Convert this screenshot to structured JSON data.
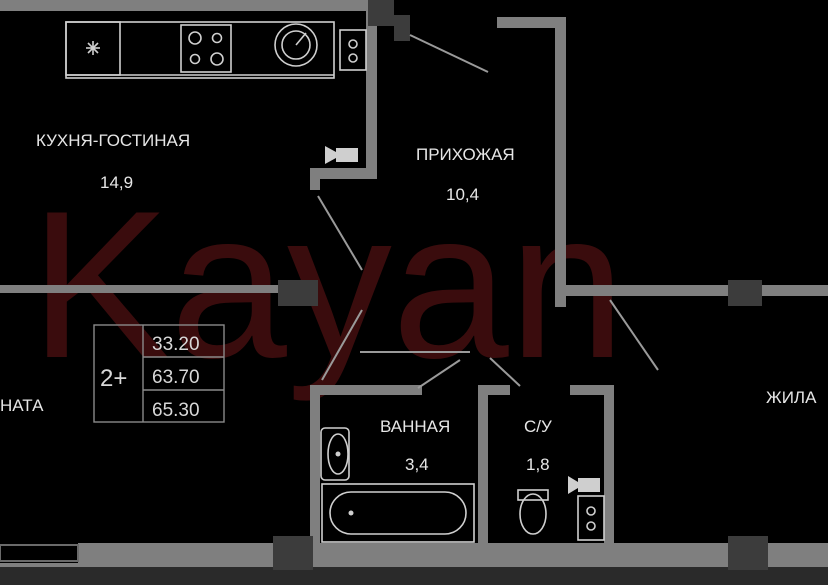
{
  "watermark": "Kayan",
  "rooms": {
    "kitchen_living": {
      "name": "КУХНЯ-ГОСТИНАЯ",
      "area": "14,9"
    },
    "hallway": {
      "name": "ПРИХОЖАЯ",
      "area": "10,4"
    },
    "bathroom": {
      "name": "ВАННАЯ",
      "area": "3,4"
    },
    "wc": {
      "name": "С/У",
      "area": "1,8"
    },
    "room_left_partial": {
      "name": "НАТА"
    },
    "room_right_partial": {
      "name": "ЖИЛА"
    }
  },
  "apartment": {
    "rooms_badge": "2+",
    "areas": [
      "33.20",
      "63.70",
      "65.30"
    ]
  },
  "colors": {
    "background": "#000000",
    "wall": "#7f7f7f",
    "column": "#3c3c3c",
    "fixture": "#cfcfcf",
    "watermark": "#6b1719"
  },
  "icons": [
    "fridge-icon",
    "stove-icon",
    "washing-machine-icon",
    "sink-icon",
    "bathtub-icon",
    "toilet-icon",
    "shower-icon"
  ]
}
